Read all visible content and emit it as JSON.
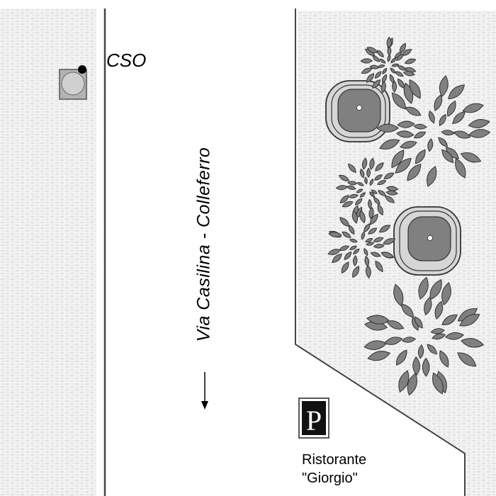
{
  "map": {
    "cso_label": "CSO",
    "road_name": "Via Casilina - Colleferro",
    "parking_symbol": "P",
    "restaurant": {
      "line1": "Ristorante",
      "line2": "\"Giorgio\""
    },
    "colors": {
      "pavement": "#f2f2f2",
      "pavement_pattern": "#c9c9c9",
      "lines": "#444444",
      "foliage_fill": "#808080",
      "foliage_stroke": "#333333",
      "tree_bed": "#d6d6d6",
      "marker_fill": "#cccccc"
    }
  }
}
